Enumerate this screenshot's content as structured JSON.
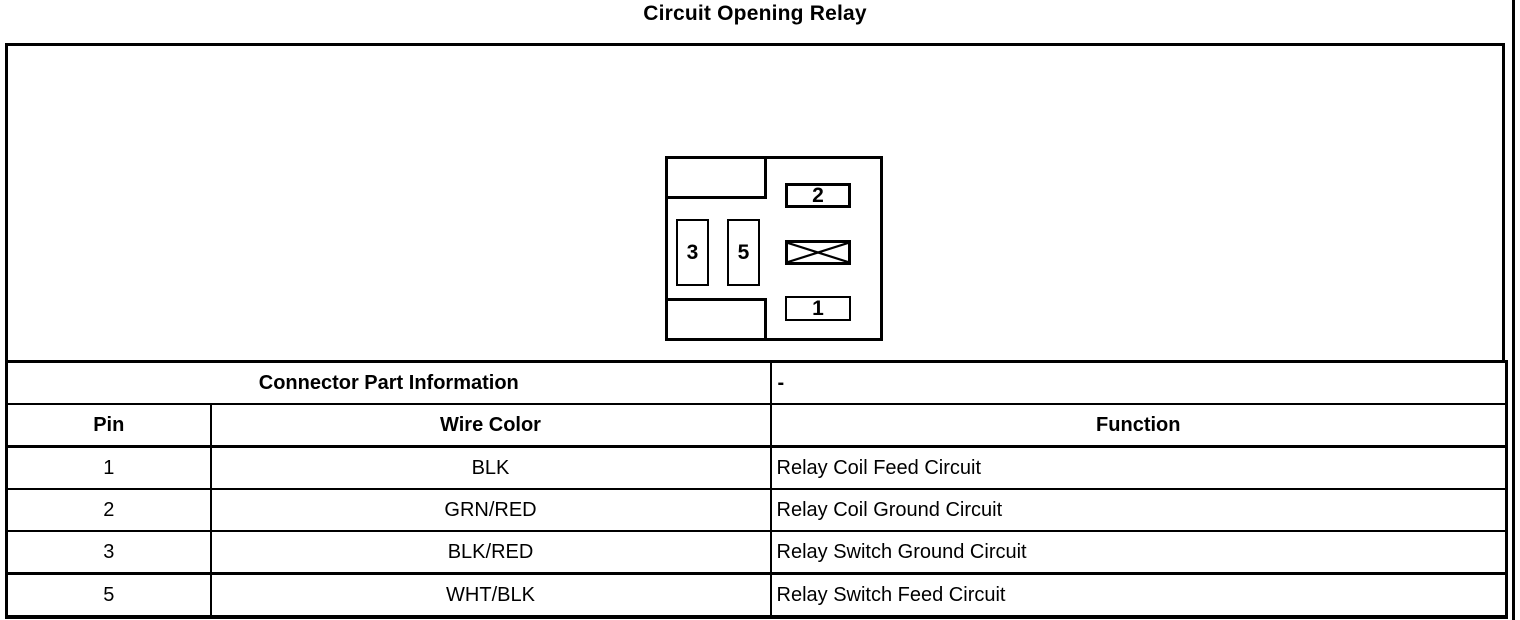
{
  "title": "Circuit Opening Relay",
  "colors": {
    "line": "#000000",
    "background": "#ffffff"
  },
  "connector": {
    "cavities": {
      "c2": "2",
      "c3": "3",
      "c5": "5",
      "c1": "1"
    },
    "blocked_cavity_icon": "crossed-box"
  },
  "table": {
    "part_info": {
      "label": "Connector Part Information",
      "value": "-"
    },
    "columns": [
      {
        "label": "Pin"
      },
      {
        "label": "Wire Color"
      },
      {
        "label": "Function"
      }
    ],
    "rows": [
      {
        "pin": "1",
        "wire": "BLK",
        "function": "Relay Coil Feed Circuit"
      },
      {
        "pin": "2",
        "wire": "GRN/RED",
        "function": "Relay Coil Ground Circuit"
      },
      {
        "pin": "3",
        "wire": "BLK/RED",
        "function": "Relay Switch Ground Circuit"
      },
      {
        "pin": "5",
        "wire": "WHT/BLK",
        "function": "Relay Switch Feed Circuit"
      }
    ]
  }
}
